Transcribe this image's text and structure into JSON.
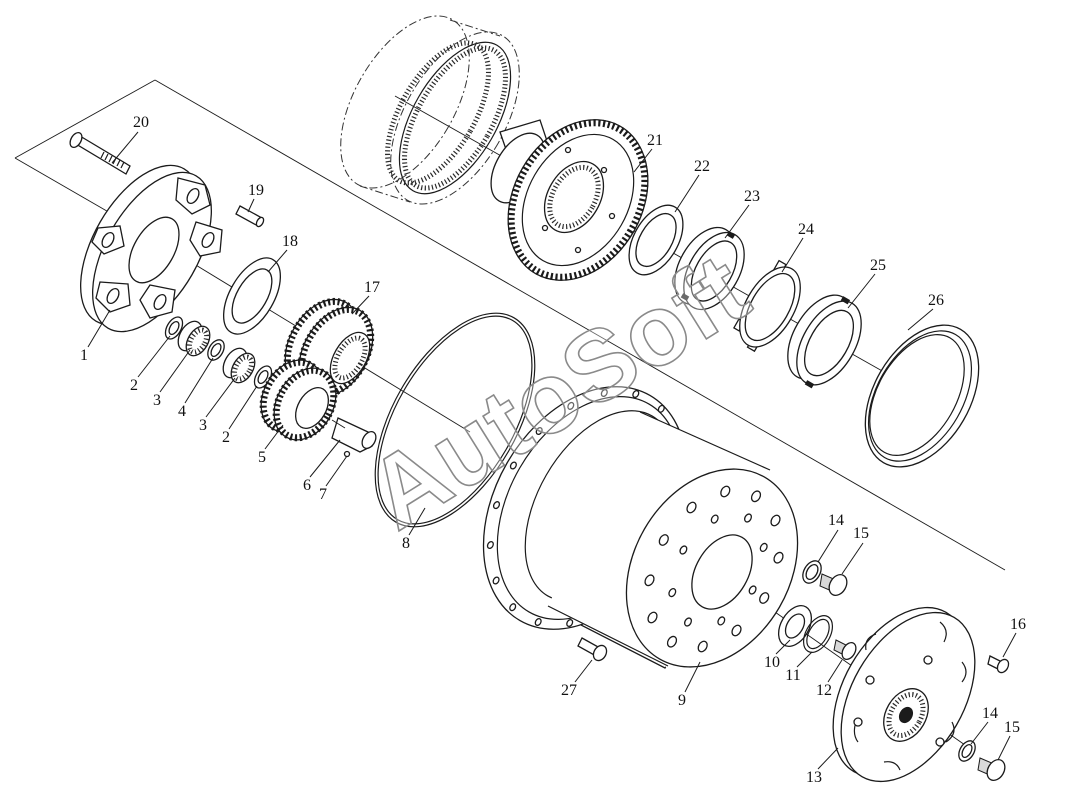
{
  "diagram": {
    "callouts": [
      "20",
      "19",
      "18",
      "17",
      "21",
      "22",
      "23",
      "24",
      "25",
      "26",
      "1",
      "2",
      "3",
      "4",
      "3",
      "2",
      "5",
      "6",
      "7",
      "8",
      "9",
      "10",
      "11",
      "12",
      "13",
      "14",
      "15",
      "16",
      "14",
      "15",
      "27"
    ],
    "watermark": "AutoSoft"
  }
}
